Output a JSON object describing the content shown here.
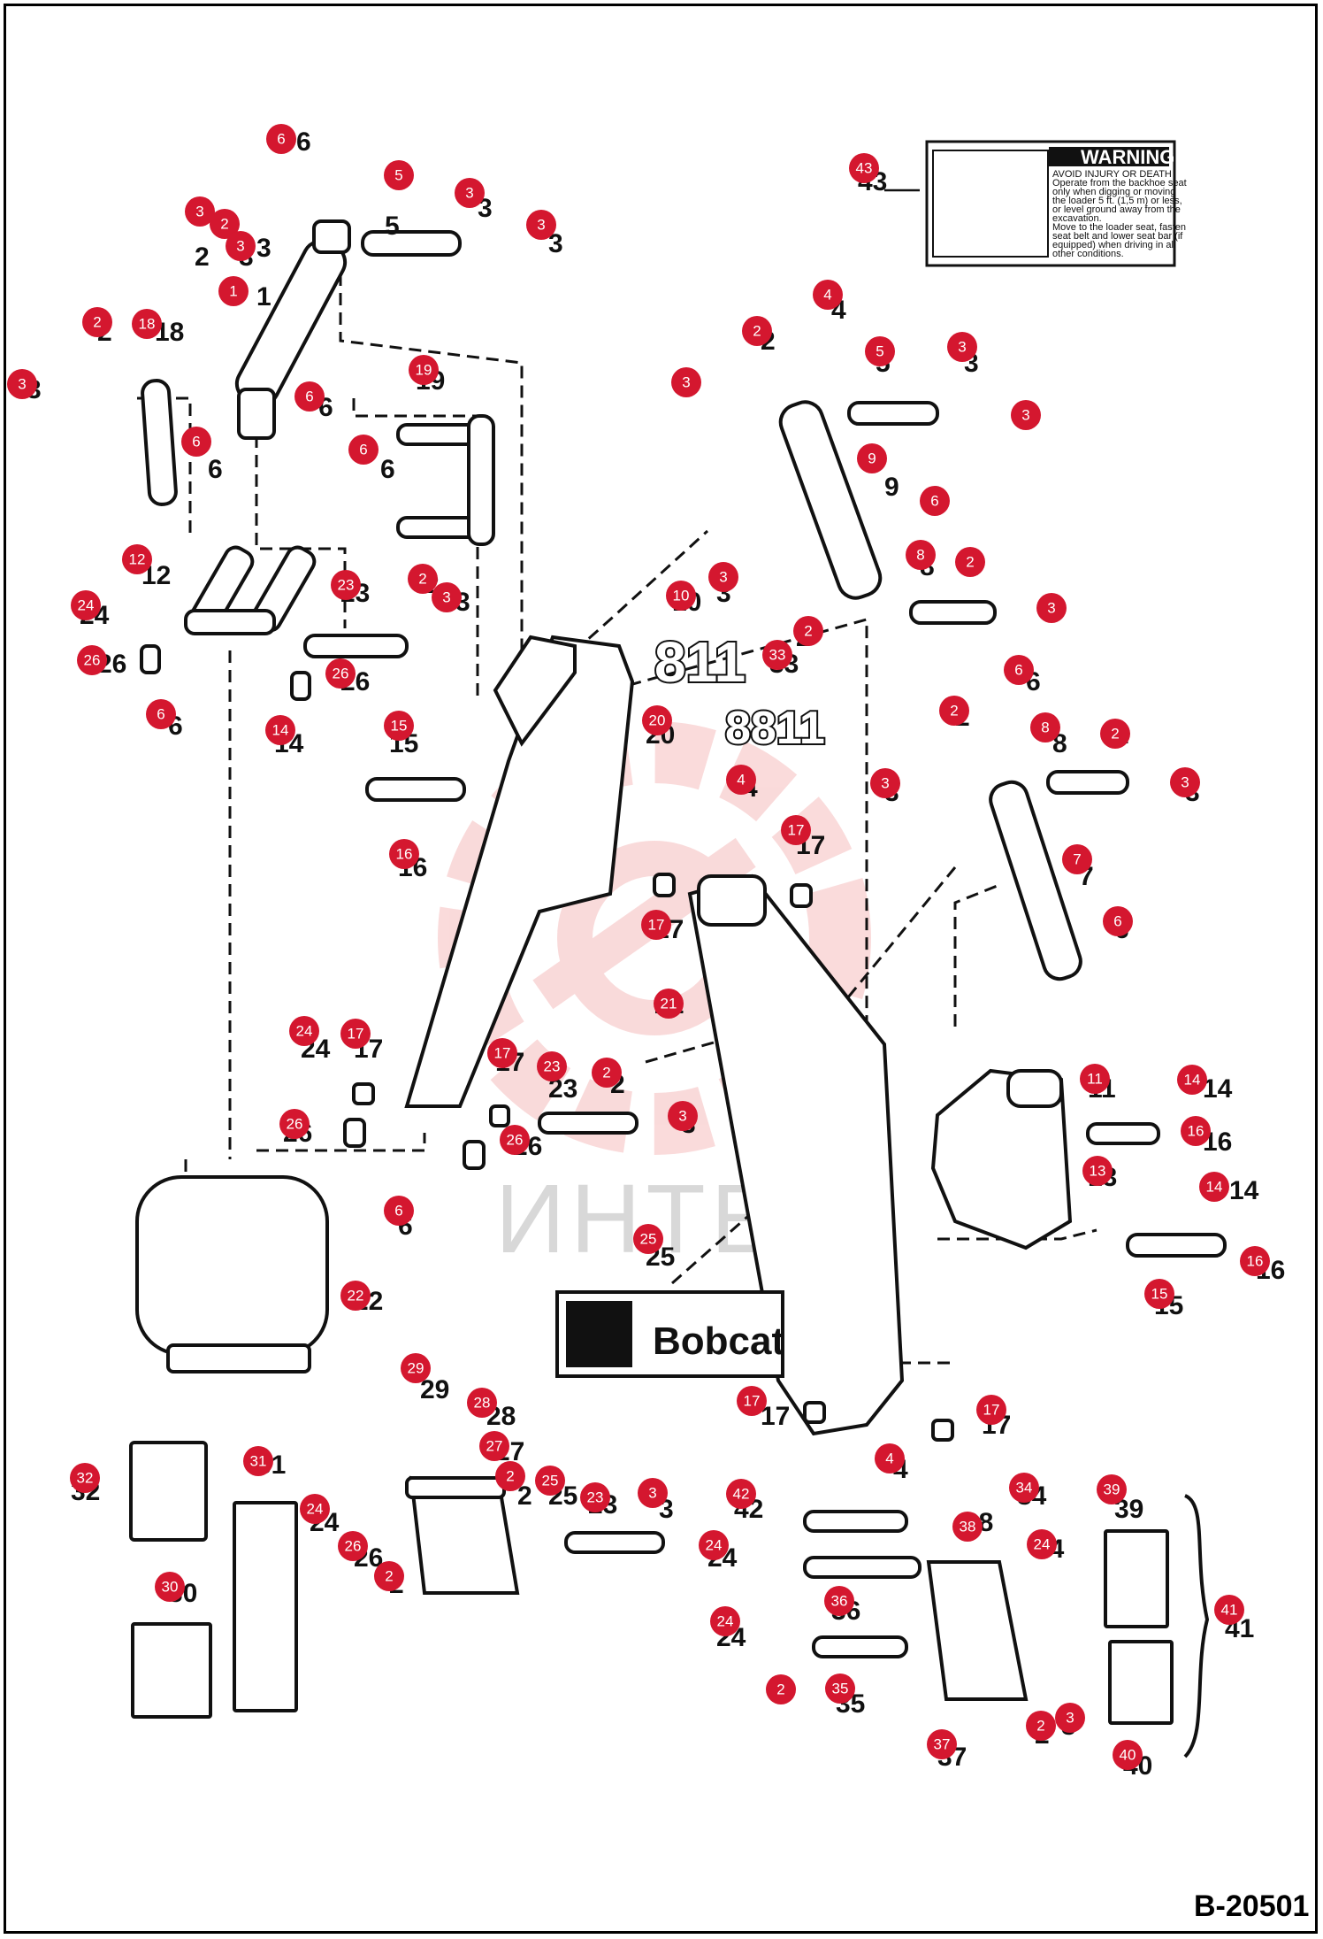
{
  "page": {
    "ref_code": "B-20501",
    "watermark": "ИНТЕХ"
  },
  "decals": {
    "model_large": "811",
    "model_small": "8811",
    "brand": "Bobcat",
    "warning_title": "WARNING",
    "warning_lines": [
      "AVOID INJURY OR DEATH",
      "Operate from the backhoe seat",
      "only when digging or moving",
      "the loader 5 ft. (1,5 m) or less,",
      "or level ground away from the",
      "excavation.",
      "Move to the loader seat, fasten",
      "seat belt and lower seat bar (if",
      "equipped) when driving in all",
      "other conditions."
    ]
  },
  "colors": {
    "badge": "#d4172f",
    "line": "#111111",
    "watermark": "#e13a3a"
  },
  "callouts": [
    {
      "n": "1"
    },
    {
      "n": "2"
    },
    {
      "n": "3"
    },
    {
      "n": "4"
    },
    {
      "n": "5"
    },
    {
      "n": "6"
    },
    {
      "n": "7"
    },
    {
      "n": "8"
    },
    {
      "n": "9"
    },
    {
      "n": "10"
    },
    {
      "n": "11"
    },
    {
      "n": "12"
    },
    {
      "n": "13"
    },
    {
      "n": "14"
    },
    {
      "n": "15"
    },
    {
      "n": "16"
    },
    {
      "n": "17"
    },
    {
      "n": "18"
    },
    {
      "n": "19"
    },
    {
      "n": "20"
    },
    {
      "n": "21"
    },
    {
      "n": "22"
    },
    {
      "n": "23"
    },
    {
      "n": "24"
    },
    {
      "n": "25"
    },
    {
      "n": "26"
    },
    {
      "n": "27"
    },
    {
      "n": "28"
    },
    {
      "n": "29"
    },
    {
      "n": "30"
    },
    {
      "n": "31"
    },
    {
      "n": "32"
    },
    {
      "n": "33"
    },
    {
      "n": "34"
    },
    {
      "n": "35"
    },
    {
      "n": "36"
    },
    {
      "n": "37"
    },
    {
      "n": "38"
    },
    {
      "n": "39"
    },
    {
      "n": "40"
    },
    {
      "n": "41"
    },
    {
      "n": "42"
    },
    {
      "n": "43"
    }
  ]
}
